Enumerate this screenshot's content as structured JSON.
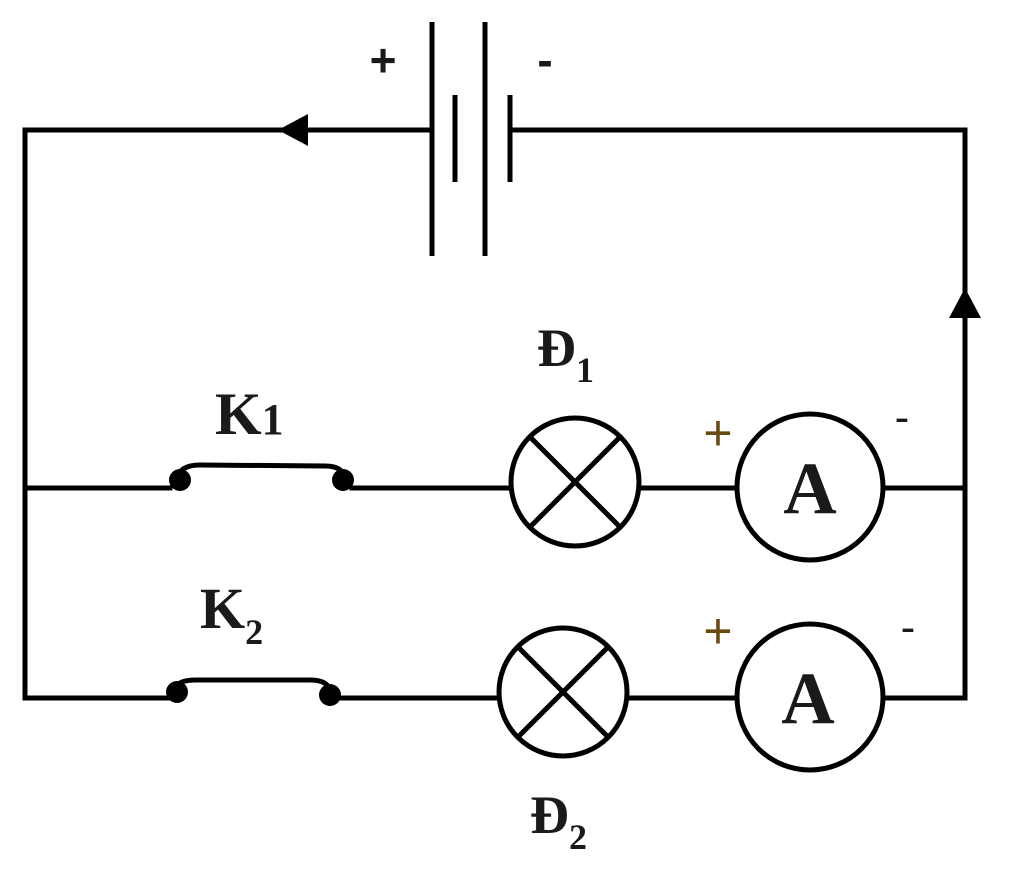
{
  "battery": {
    "plus_sign": "+",
    "minus_sign": "-"
  },
  "switches": [
    {
      "label": "K",
      "sub": "1"
    },
    {
      "label": "K",
      "sub": "2"
    }
  ],
  "lamps": [
    {
      "label": "Đ",
      "sub": "1"
    },
    {
      "label": "Đ",
      "sub": "2"
    }
  ],
  "ammeters": [
    {
      "letter": "A",
      "plus_sign": "+",
      "minus_sign": "-"
    },
    {
      "letter": "A",
      "plus_sign": "+",
      "minus_sign": "-"
    }
  ],
  "colors": {
    "wire": "#000000",
    "terminal_sign": "#6b4a12"
  }
}
